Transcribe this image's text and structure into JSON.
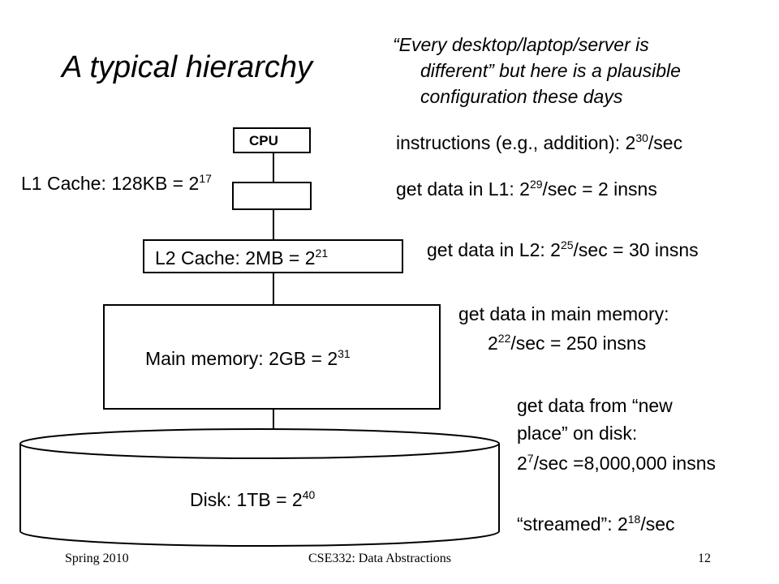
{
  "slide": {
    "title": "A typical hierarchy",
    "quote_line1": "“Every desktop/laptop/server is",
    "quote_line2": "different” but here is a plausible",
    "quote_line3": "configuration these days"
  },
  "diagram": {
    "cpu_label": "CPU",
    "l1": {
      "label": "L1 Cache: 128KB = 2",
      "exp": "17"
    },
    "l2": {
      "label": "L2 Cache: 2MB = 2",
      "exp": "21"
    },
    "main": {
      "label": "Main memory: 2GB = 2",
      "exp": "31"
    },
    "disk": {
      "label": "Disk: 1TB = 2",
      "exp": "40"
    }
  },
  "notes": {
    "instr": {
      "pre": "instructions (e.g., addition): 2",
      "exp": "30",
      "post": "/sec"
    },
    "l1": {
      "pre": "get data in L1: 2",
      "exp": "29",
      "post": "/sec = 2 insns"
    },
    "l2": {
      "pre": "get data in L2: 2",
      "exp": "25",
      "post": "/sec = 30 insns"
    },
    "main_line1": "get data in main memory:",
    "main_line2": {
      "pre": "2",
      "exp": "22",
      "post": "/sec = 250 insns"
    },
    "disk_line1": "get data from “new",
    "disk_line2": "place” on disk:",
    "disk_line3": {
      "pre": "2",
      "exp": "7",
      "post": "/sec =8,000,000 insns"
    },
    "streamed": {
      "pre": "“streamed”: 2",
      "exp": "18",
      "post": "/sec"
    }
  },
  "footer": {
    "left": "Spring 2010",
    "center": "CSE332: Data Abstractions",
    "right": "12"
  }
}
